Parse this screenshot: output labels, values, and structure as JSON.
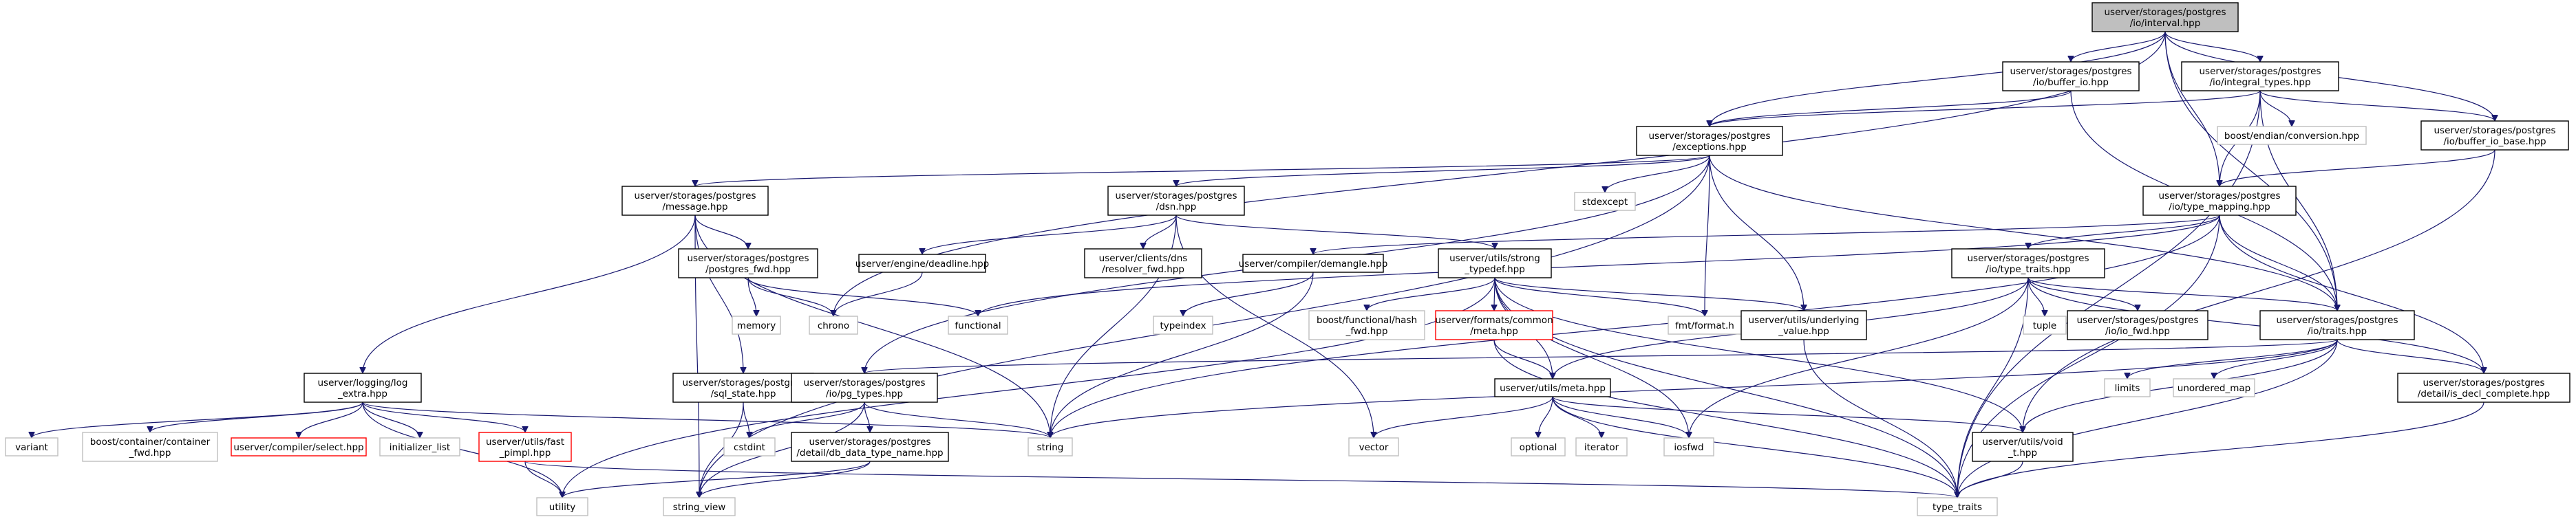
{
  "graph": {
    "title": "Include dependency graph",
    "colors": {
      "edge": "#191970",
      "node_border": "#000000",
      "node_fill": "#ffffff",
      "root_fill": "#bfbfbf",
      "external_border": "#bfbfbf",
      "incomplete_border": "#ff0000",
      "external_text": "#000000"
    },
    "nodes": [
      {
        "id": "interval",
        "label": [
          "userver/storages/postgres",
          "/io/interval.hpp"
        ],
        "kind": "root"
      },
      {
        "id": "buffer_io",
        "label": [
          "userver/storages/postgres",
          "/io/buffer_io.hpp"
        ],
        "kind": "normal"
      },
      {
        "id": "integral_types",
        "label": [
          "userver/storages/postgres",
          "/io/integral_types.hpp"
        ],
        "kind": "normal"
      },
      {
        "id": "exceptions",
        "label": [
          "userver/storages/postgres",
          "/exceptions.hpp"
        ],
        "kind": "normal"
      },
      {
        "id": "boost_endian",
        "label": [
          "boost/endian/conversion.hpp"
        ],
        "kind": "external"
      },
      {
        "id": "buffer_io_base",
        "label": [
          "userver/storages/postgres",
          "/io/buffer_io_base.hpp"
        ],
        "kind": "normal"
      },
      {
        "id": "message",
        "label": [
          "userver/storages/postgres",
          "/message.hpp"
        ],
        "kind": "normal"
      },
      {
        "id": "dsn",
        "label": [
          "userver/storages/postgres",
          "/dsn.hpp"
        ],
        "kind": "normal"
      },
      {
        "id": "stdexcept",
        "label": [
          "stdexcept"
        ],
        "kind": "external"
      },
      {
        "id": "type_mapping",
        "label": [
          "userver/storages/postgres",
          "/io/type_mapping.hpp"
        ],
        "kind": "normal"
      },
      {
        "id": "postgres_fwd",
        "label": [
          "userver/storages/postgres",
          "/postgres_fwd.hpp"
        ],
        "kind": "normal"
      },
      {
        "id": "deadline",
        "label": [
          "userver/engine/deadline.hpp"
        ],
        "kind": "normal"
      },
      {
        "id": "resolver_fwd",
        "label": [
          "userver/clients/dns",
          "/resolver_fwd.hpp"
        ],
        "kind": "normal"
      },
      {
        "id": "demangle",
        "label": [
          "userver/compiler/demangle.hpp"
        ],
        "kind": "normal"
      },
      {
        "id": "strong_typedef",
        "label": [
          "userver/utils/strong",
          "_typedef.hpp"
        ],
        "kind": "normal"
      },
      {
        "id": "type_traits_pg",
        "label": [
          "userver/storages/postgres",
          "/io/type_traits.hpp"
        ],
        "kind": "normal"
      },
      {
        "id": "memory",
        "label": [
          "memory"
        ],
        "kind": "external"
      },
      {
        "id": "chrono",
        "label": [
          "chrono"
        ],
        "kind": "external"
      },
      {
        "id": "functional",
        "label": [
          "functional"
        ],
        "kind": "external"
      },
      {
        "id": "typeindex",
        "label": [
          "typeindex"
        ],
        "kind": "external"
      },
      {
        "id": "boost_hash",
        "label": [
          "boost/functional/hash",
          "_fwd.hpp"
        ],
        "kind": "external"
      },
      {
        "id": "formats_meta",
        "label": [
          "userver/formats/common",
          "/meta.hpp"
        ],
        "kind": "incomplete"
      },
      {
        "id": "fmt_format",
        "label": [
          "fmt/format.h"
        ],
        "kind": "external"
      },
      {
        "id": "underlying_value",
        "label": [
          "userver/utils/underlying",
          "_value.hpp"
        ],
        "kind": "normal"
      },
      {
        "id": "tuple",
        "label": [
          "tuple"
        ],
        "kind": "external"
      },
      {
        "id": "io_fwd",
        "label": [
          "userver/storages/postgres",
          "/io/io_fwd.hpp"
        ],
        "kind": "normal"
      },
      {
        "id": "traits",
        "label": [
          "userver/storages/postgres",
          "/io/traits.hpp"
        ],
        "kind": "normal"
      },
      {
        "id": "log_extra",
        "label": [
          "userver/logging/log",
          "_extra.hpp"
        ],
        "kind": "normal"
      },
      {
        "id": "sql_state",
        "label": [
          "userver/storages/postgres",
          "/sql_state.hpp"
        ],
        "kind": "normal"
      },
      {
        "id": "pg_types",
        "label": [
          "userver/storages/postgres",
          "/io/pg_types.hpp"
        ],
        "kind": "normal"
      },
      {
        "id": "utils_meta",
        "label": [
          "userver/utils/meta.hpp"
        ],
        "kind": "normal"
      },
      {
        "id": "limits",
        "label": [
          "limits"
        ],
        "kind": "external"
      },
      {
        "id": "unordered_map",
        "label": [
          "unordered_map"
        ],
        "kind": "external"
      },
      {
        "id": "is_decl_complete",
        "label": [
          "userver/storages/postgres",
          "/detail/is_decl_complete.hpp"
        ],
        "kind": "normal"
      },
      {
        "id": "variant",
        "label": [
          "variant"
        ],
        "kind": "external"
      },
      {
        "id": "boost_container_fwd",
        "label": [
          "boost/container/container",
          "_fwd.hpp"
        ],
        "kind": "external"
      },
      {
        "id": "compiler_select",
        "label": [
          "userver/compiler/select.hpp"
        ],
        "kind": "incomplete"
      },
      {
        "id": "initializer_list",
        "label": [
          "initializer_list"
        ],
        "kind": "external"
      },
      {
        "id": "fast_pimpl",
        "label": [
          "userver/utils/fast",
          "_pimpl.hpp"
        ],
        "kind": "incomplete"
      },
      {
        "id": "cstdint",
        "label": [
          "cstdint"
        ],
        "kind": "external"
      },
      {
        "id": "string",
        "label": [
          "string"
        ],
        "kind": "external"
      },
      {
        "id": "db_data_type_name",
        "label": [
          "userver/storages/postgres",
          "/detail/db_data_type_name.hpp"
        ],
        "kind": "normal"
      },
      {
        "id": "vector",
        "label": [
          "vector"
        ],
        "kind": "external"
      },
      {
        "id": "optional",
        "label": [
          "optional"
        ],
        "kind": "external"
      },
      {
        "id": "iterator",
        "label": [
          "iterator"
        ],
        "kind": "external"
      },
      {
        "id": "iosfwd",
        "label": [
          "iosfwd"
        ],
        "kind": "external"
      },
      {
        "id": "void_t",
        "label": [
          "userver/utils/void",
          "_t.hpp"
        ],
        "kind": "normal"
      },
      {
        "id": "utility",
        "label": [
          "utility"
        ],
        "kind": "external"
      },
      {
        "id": "string_view",
        "label": [
          "string_view"
        ],
        "kind": "external"
      },
      {
        "id": "type_traits_std",
        "label": [
          "type_traits"
        ],
        "kind": "external"
      }
    ],
    "edges": [
      [
        "interval",
        "buffer_io"
      ],
      [
        "interval",
        "integral_types"
      ],
      [
        "interval",
        "exceptions"
      ],
      [
        "interval",
        "buffer_io_base"
      ],
      [
        "interval",
        "type_mapping"
      ],
      [
        "interval",
        "traits"
      ],
      [
        "interval",
        "chrono"
      ],
      [
        "buffer_io",
        "exceptions"
      ],
      [
        "buffer_io",
        "traits"
      ],
      [
        "integral_types",
        "exceptions"
      ],
      [
        "integral_types",
        "boost_endian"
      ],
      [
        "integral_types",
        "buffer_io_base"
      ],
      [
        "integral_types",
        "type_mapping"
      ],
      [
        "integral_types",
        "traits"
      ],
      [
        "integral_types",
        "type_traits_std"
      ],
      [
        "exceptions",
        "message"
      ],
      [
        "exceptions",
        "dsn"
      ],
      [
        "exceptions",
        "stdexcept"
      ],
      [
        "exceptions",
        "traits"
      ],
      [
        "exceptions",
        "fmt_format"
      ],
      [
        "exceptions",
        "underlying_value"
      ],
      [
        "exceptions",
        "string_view"
      ],
      [
        "exceptions",
        "pg_types"
      ],
      [
        "buffer_io_base",
        "type_mapping"
      ],
      [
        "buffer_io_base",
        "void_t"
      ],
      [
        "message",
        "postgres_fwd"
      ],
      [
        "message",
        "log_extra"
      ],
      [
        "message",
        "sql_state"
      ],
      [
        "message",
        "string"
      ],
      [
        "message",
        "string_view"
      ],
      [
        "dsn",
        "deadline"
      ],
      [
        "dsn",
        "resolver_fwd"
      ],
      [
        "dsn",
        "strong_typedef"
      ],
      [
        "dsn",
        "string"
      ],
      [
        "dsn",
        "vector"
      ],
      [
        "type_mapping",
        "demangle"
      ],
      [
        "type_mapping",
        "type_traits_pg"
      ],
      [
        "type_mapping",
        "traits"
      ],
      [
        "type_mapping",
        "is_decl_complete"
      ],
      [
        "type_mapping",
        "string"
      ],
      [
        "type_mapping",
        "functional"
      ],
      [
        "type_mapping",
        "type_traits_std"
      ],
      [
        "postgres_fwd",
        "memory"
      ],
      [
        "postgres_fwd",
        "chrono"
      ],
      [
        "postgres_fwd",
        "functional"
      ],
      [
        "deadline",
        "chrono"
      ],
      [
        "demangle",
        "string"
      ],
      [
        "demangle",
        "typeindex"
      ],
      [
        "strong_typedef",
        "boost_hash"
      ],
      [
        "strong_typedef",
        "formats_meta"
      ],
      [
        "strong_typedef",
        "fmt_format"
      ],
      [
        "strong_typedef",
        "underlying_value"
      ],
      [
        "strong_typedef",
        "utils_meta"
      ],
      [
        "strong_typedef",
        "void_t"
      ],
      [
        "strong_typedef",
        "utility"
      ],
      [
        "strong_typedef",
        "type_traits_std"
      ],
      [
        "strong_typedef",
        "iosfwd"
      ],
      [
        "type_traits_pg",
        "tuple"
      ],
      [
        "type_traits_pg",
        "io_fwd"
      ],
      [
        "type_traits_pg",
        "traits"
      ],
      [
        "type_traits_pg",
        "utils_meta"
      ],
      [
        "type_traits_pg",
        "is_decl_complete"
      ],
      [
        "type_traits_pg",
        "iosfwd"
      ],
      [
        "type_traits_pg",
        "type_traits_std"
      ],
      [
        "formats_meta",
        "utils_meta"
      ],
      [
        "formats_meta",
        "type_traits_std"
      ],
      [
        "underlying_value",
        "type_traits_std"
      ],
      [
        "traits",
        "limits"
      ],
      [
        "traits",
        "unordered_map"
      ],
      [
        "traits",
        "is_decl_complete"
      ],
      [
        "traits",
        "void_t"
      ],
      [
        "traits",
        "string"
      ],
      [
        "traits",
        "type_traits_std"
      ],
      [
        "traits",
        "pg_types"
      ],
      [
        "log_extra",
        "variant"
      ],
      [
        "log_extra",
        "boost_container_fwd"
      ],
      [
        "log_extra",
        "compiler_select"
      ],
      [
        "log_extra",
        "initializer_list"
      ],
      [
        "log_extra",
        "fast_pimpl"
      ],
      [
        "log_extra",
        "string"
      ],
      [
        "log_extra",
        "utility"
      ],
      [
        "sql_state",
        "cstdint"
      ],
      [
        "sql_state",
        "string_view"
      ],
      [
        "pg_types",
        "cstdint"
      ],
      [
        "pg_types",
        "string"
      ],
      [
        "pg_types",
        "db_data_type_name"
      ],
      [
        "pg_types",
        "string_view"
      ],
      [
        "utils_meta",
        "optional"
      ],
      [
        "utils_meta",
        "iterator"
      ],
      [
        "utils_meta",
        "iosfwd"
      ],
      [
        "utils_meta",
        "void_t"
      ],
      [
        "utils_meta",
        "vector"
      ],
      [
        "utils_meta",
        "type_traits_std"
      ],
      [
        "is_decl_complete",
        "type_traits_std"
      ],
      [
        "fast_pimpl",
        "utility"
      ],
      [
        "fast_pimpl",
        "type_traits_std"
      ],
      [
        "db_data_type_name",
        "string_view"
      ],
      [
        "db_data_type_name",
        "utility"
      ],
      [
        "void_t",
        "type_traits_std"
      ]
    ]
  }
}
